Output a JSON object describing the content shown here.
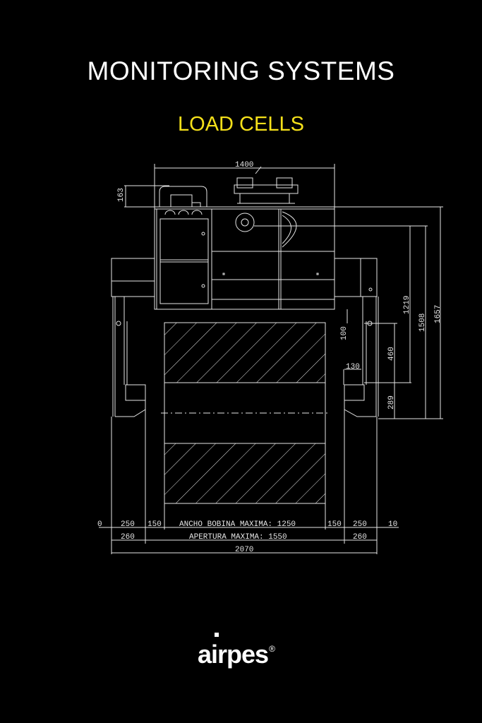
{
  "header": {
    "title": "MONITORING SYSTEMS",
    "subtitle": "LOAD CELLS",
    "title_color": "#ffffff",
    "subtitle_color": "#f5e01a"
  },
  "drawing": {
    "line_color": "#e6e6e6",
    "top_dimension": "1400",
    "left_dimension": "163",
    "right_dimensions": [
      "1219",
      "1508",
      "1657"
    ],
    "inner_dimensions": [
      "100",
      "460",
      "289",
      "130"
    ],
    "bottom_row1": [
      "0",
      "250",
      "150",
      "ANCHO BOBINA MAXIMA: 1250",
      "150",
      "250",
      "10"
    ],
    "bottom_row2": [
      "260",
      "APERTURA MAXIMA: 1550",
      "260"
    ],
    "bottom_row3": "2070"
  },
  "footer": {
    "brand": "airpes",
    "registered": "®"
  }
}
